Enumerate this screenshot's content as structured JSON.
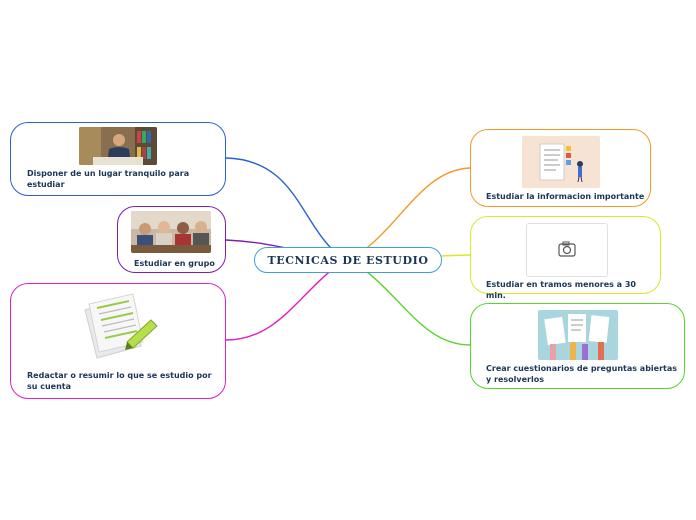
{
  "central": {
    "title": "TECNICAS DE ESTUDIO"
  },
  "nodes": {
    "lugar": {
      "label": "Disponer de un lugar tranquilo para estudiar",
      "color": "#2a5fd6"
    },
    "grupo": {
      "label": "Estudiar en grupo",
      "color": "#7d1fb0"
    },
    "resumir": {
      "label": "Redactar o resumir lo que se estudio por su cuenta",
      "color": "#e020c0"
    },
    "info": {
      "label": "Estudiar la informacion importante",
      "color": "#f29a25"
    },
    "tramos": {
      "label": "Estudiar en tramos menores a 30 min.",
      "color": "#d9e827"
    },
    "cuestionarios": {
      "label": "Crear cuestionarios de preguntas abiertas y resolverlos",
      "color": "#55d629"
    }
  },
  "icons": {
    "placeholder": "camera-icon"
  }
}
